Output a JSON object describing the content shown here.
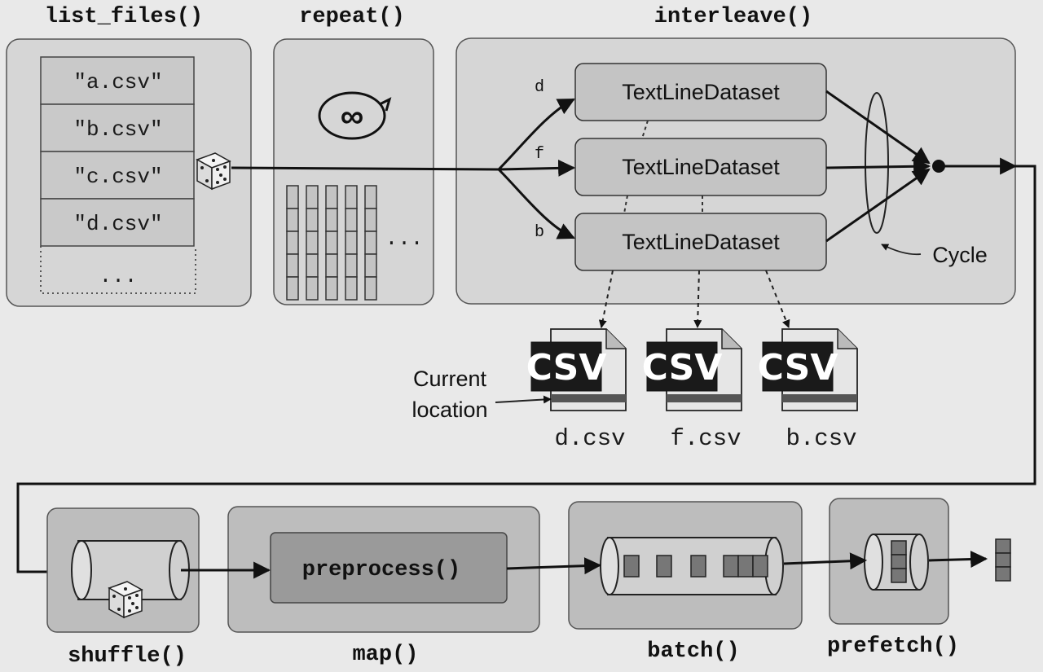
{
  "stages": {
    "list_files": "list_files()",
    "repeat": "repeat()",
    "interleave": "interleave()",
    "shuffle": "shuffle()",
    "map": "map()",
    "batch": "batch()",
    "prefetch": "prefetch()"
  },
  "files": [
    "\"a.csv\"",
    "\"b.csv\"",
    "\"c.csv\"",
    "\"d.csv\""
  ],
  "files_more": "...",
  "repeat_symbol": "∞",
  "repeat_more": "...",
  "readers": [
    "TextLineDataset",
    "TextLineDataset",
    "TextLineDataset"
  ],
  "branches": [
    "d",
    "f",
    "b"
  ],
  "cycle_label": "Cycle",
  "current_location_label": [
    "Current",
    "location"
  ],
  "csv_logo": "CSV",
  "csv_files": [
    "d.csv",
    "f.csv",
    "b.csv"
  ],
  "map_function": "preprocess()",
  "colors": {
    "panel": "#d4d4d4",
    "inner_box": "#bdbdbd",
    "dark_box": "#9a9a9a",
    "arrow": "#111111",
    "csv_logo_bg": "#1a1a1a"
  },
  "icons": {
    "shuffle": "dice-icon",
    "repeat": "infinity-cycle-icon",
    "file": "csv-file-icon"
  }
}
